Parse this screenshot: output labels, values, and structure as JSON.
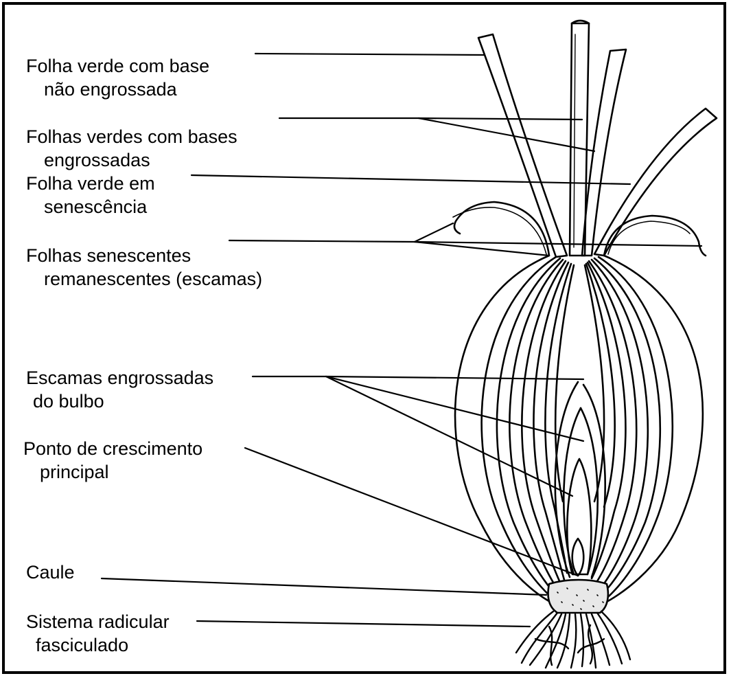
{
  "labels": {
    "leaf_unthickened": [
      "Folha verde com base",
      "não engrossada"
    ],
    "leaves_thickened": [
      "Folhas verdes com bases",
      "engrossadas"
    ],
    "leaf_senescence": [
      "Folha verde em",
      "senescência"
    ],
    "scales_remaining": [
      "Folhas senescentes",
      "remanescentes (escamas)"
    ],
    "bulb_scales": [
      "Escamas engrossadas",
      "do bulbo"
    ],
    "growth_point": [
      "Ponto de crescimento",
      "principal"
    ],
    "stem": [
      "Caule"
    ],
    "root_system": [
      "Sistema radicular",
      "fasciculado"
    ]
  },
  "colors": {
    "ink": "#000000",
    "paper": "#ffffff",
    "stem_fill": "#e8e8e8"
  }
}
